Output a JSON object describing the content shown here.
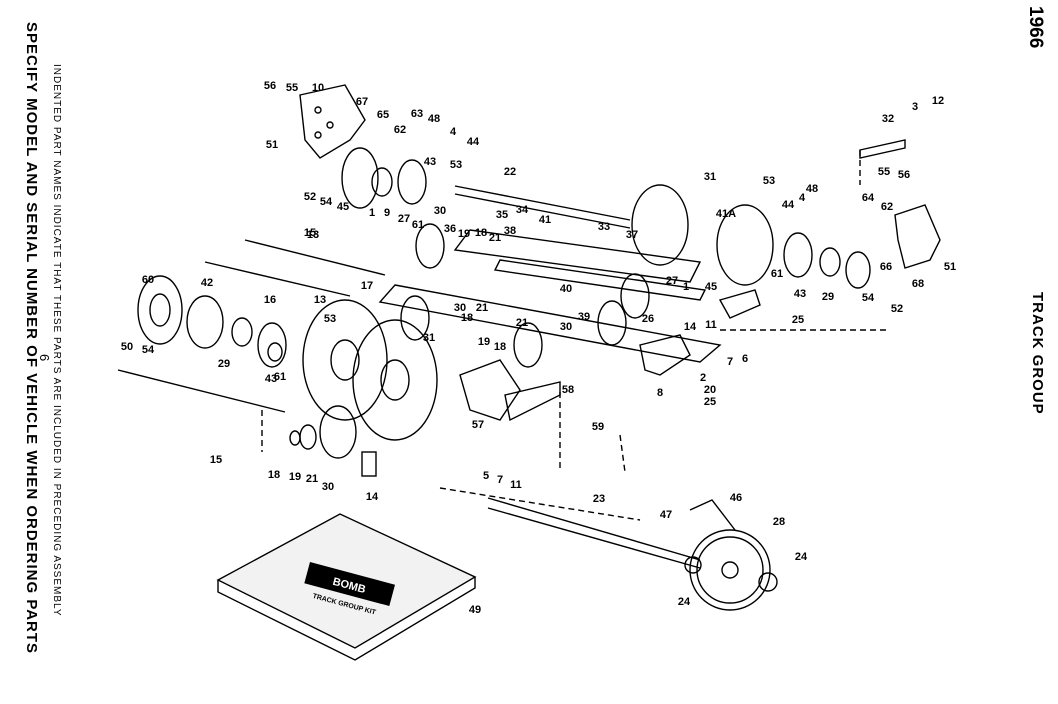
{
  "header": {
    "year": "1966",
    "section_title": "TRACK GROUP"
  },
  "notes": {
    "indented": "INDENTED PART NAMES INDICATE THAT THESE PARTS ARE INCLUDED IN PRECEDING ASSEMBLY",
    "specify": "SPECIFY MODEL AND SERIAL NUMBER OF VEHICLE WHEN ORDERING PARTS",
    "page_number": "6"
  },
  "callouts": [
    "56",
    "55",
    "10",
    "67",
    "51",
    "65",
    "62",
    "63",
    "48",
    "4",
    "44",
    "43",
    "53",
    "52",
    "54",
    "45",
    "1",
    "9",
    "27",
    "61",
    "30",
    "22",
    "13",
    "31",
    "53",
    "44",
    "4",
    "48",
    "64",
    "62",
    "3",
    "12",
    "32",
    "55",
    "56",
    "15",
    "36",
    "19",
    "18",
    "21",
    "38",
    "35",
    "34",
    "41",
    "33",
    "37",
    "41A",
    "61",
    "43",
    "29",
    "66",
    "68",
    "51",
    "54",
    "52",
    "16",
    "17",
    "60",
    "42",
    "13",
    "53",
    "50",
    "54",
    "29",
    "43",
    "61",
    "31",
    "30",
    "18",
    "21",
    "19",
    "18",
    "21",
    "40",
    "27",
    "1",
    "45",
    "25",
    "30",
    "39",
    "26",
    "14",
    "11",
    "7",
    "6",
    "2",
    "20",
    "8",
    "25",
    "59",
    "57",
    "58",
    "15",
    "18",
    "19",
    "21",
    "30",
    "14",
    "5",
    "7",
    "11",
    "23",
    "46",
    "47",
    "28",
    "24",
    "24",
    "49"
  ],
  "decal": {
    "brand": "BOMB",
    "caption": "TRACK GROUP KIT"
  }
}
